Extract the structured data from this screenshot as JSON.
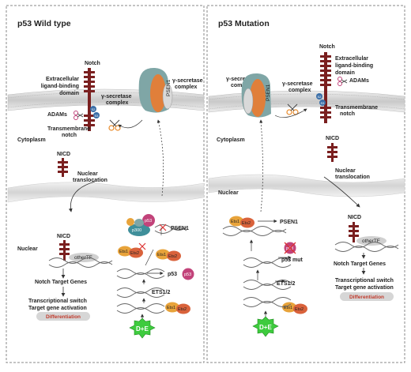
{
  "left": {
    "title": "p53 Wild type",
    "notch": "Notch",
    "extracellular": [
      "Extracellular",
      "ligand-binding",
      "domain"
    ],
    "adams": "ADAMs",
    "gamma_secretase_mid": [
      "γ-secretase",
      "complex"
    ],
    "gamma_secretase_right": [
      "γ-secretase",
      "complex"
    ],
    "psen1_protein": "PSEN1",
    "transmembrane": [
      "Transmembrane",
      "notch"
    ],
    "cytoplasm": "Cytoplasm",
    "nicd": "NICD",
    "nuclear_translocation": [
      "Nuclear",
      "translocation"
    ],
    "nuclear": "Nuclear",
    "nicd2": "NICD",
    "other_tf": "otherTF",
    "notch_target_genes": "Notch Target Genes",
    "transcriptional_switch": "Transcriptional switch",
    "target_activation": "Target gene activation",
    "differentiation": "Differentiation",
    "p300": "p300",
    "p53_top": "p53",
    "psen1_gene": "PSEN1",
    "ets1": "Ets1",
    "ets2": "Ets2",
    "ets1b": "Ets1",
    "ets2b": "Ets2",
    "p53_gene": "p53",
    "p53_protein": "p53",
    "ets12_gene": "ETS1/2",
    "ets1c": "Ets1",
    "ets2c": "Ets2",
    "de": "D+E",
    "s2": "S2",
    "s3": "S3"
  },
  "right": {
    "title": "p53 Mutation",
    "notch": "Notch",
    "extracellular": [
      "Extracellular",
      "ligand-binding",
      "domain"
    ],
    "adams": "ADAMs",
    "gamma_left": [
      "γ-secretase",
      "complex"
    ],
    "gamma_mid": [
      "γ-secretase",
      "complex"
    ],
    "psen1_protein": "PSEN1",
    "transmembrane": [
      "Transmembrane",
      "notch"
    ],
    "cytoplasm": "Cytoplasm",
    "nicd": "NICD",
    "nuclear_translocation": [
      "Nuclear",
      "translocation"
    ],
    "nuclear": "Nuclear",
    "ets1": "Ets1",
    "ets2": "Ets2",
    "psen1_gene": "PSEN1",
    "p53": "p53",
    "p53_mut": "p53 mut",
    "ets12_gene": "ETS1/2",
    "ets1b": "Ets1",
    "ets2b": "Ets2",
    "de": "D+E",
    "nicd2": "NICD",
    "other_tf": "otherTF",
    "notch_target_genes": "Notch Target Genes",
    "transcriptional_switch": "Transcriptional switch",
    "target_activation": "Target gene activation",
    "differentiation": "Differentiation",
    "s2": "S2",
    "s3": "S3"
  },
  "colors": {
    "notch": "#7a1f1f",
    "membrane": "#d8d8d8",
    "ets1": "#e8a33a",
    "ets2": "#d9623b",
    "p53": "#c2437a",
    "p300": "#3f8f9a",
    "psen1": "#e07f3a",
    "gamma": "#7fa6a6",
    "de": "#3ecb3e",
    "diff_text": "#c0392b",
    "scissors": "#e88a2a"
  }
}
